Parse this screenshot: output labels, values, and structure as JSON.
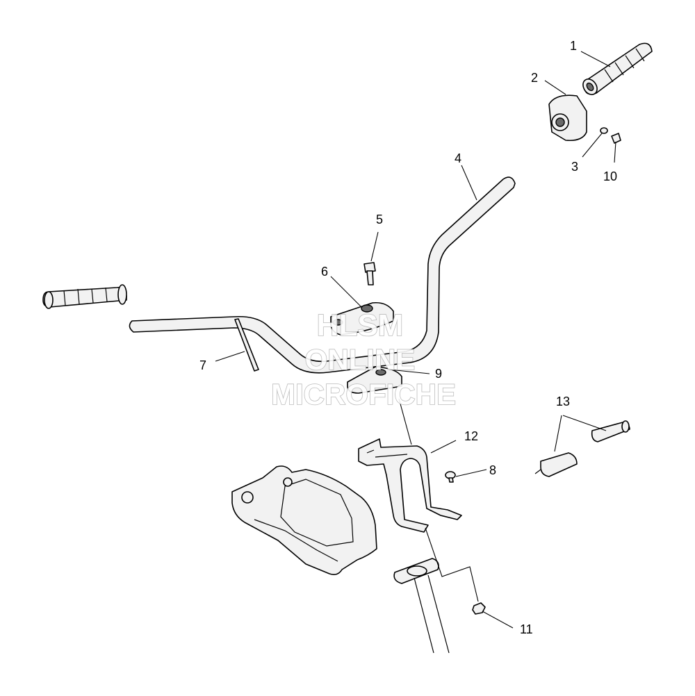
{
  "callouts": {
    "c1": "1",
    "c2": "2",
    "c3": "3",
    "c4": "4",
    "c5": "5",
    "c6": "6",
    "c7": "7",
    "c8": "8",
    "c9": "9",
    "c10": "10",
    "c11": "11",
    "c12": "12",
    "c13": "13"
  },
  "watermark": {
    "line1": "HLSM",
    "line2": "ONLINE",
    "line3": "MICROFICHE"
  }
}
